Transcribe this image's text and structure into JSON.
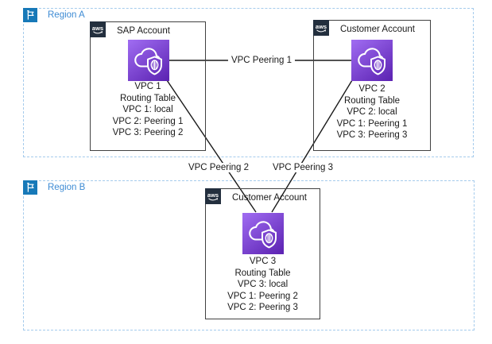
{
  "regions": [
    {
      "label": "Region A"
    },
    {
      "label": "Region B"
    }
  ],
  "accounts": [
    {
      "label": "SAP Account",
      "vpc_name": "VPC 1",
      "routing_title": "Routing Table",
      "routes": [
        "VPC 1: local",
        "VPC 2: Peering 1",
        "VPC 3: Peering 2"
      ]
    },
    {
      "label": "Customer Account",
      "vpc_name": "VPC 2",
      "routing_title": "Routing Table",
      "routes": [
        "VPC 2: local",
        "VPC 1: Peering 1",
        "VPC 3: Peering 3"
      ]
    },
    {
      "label": "Customer Account",
      "vpc_name": "VPC 3",
      "routing_title": "Routing Table",
      "routes": [
        "VPC 3: local",
        "VPC 1: Peering 2",
        "VPC 2: Peering 3"
      ]
    }
  ],
  "connections": [
    {
      "label": "VPC Peering 1",
      "from": "VPC 1",
      "to": "VPC 2"
    },
    {
      "label": "VPC Peering 2",
      "from": "VPC 1",
      "to": "VPC 3"
    },
    {
      "label": "VPC Peering 3",
      "from": "VPC 2",
      "to": "VPC 3"
    }
  ],
  "badges": {
    "aws_text": "aws"
  },
  "icons": {
    "region": "flag-icon",
    "account": "aws-logo-icon",
    "vpc": "vpc-cloud-shield-icon"
  },
  "colors": {
    "region_border": "#a5cbec",
    "region_flag_bg": "#1779b8",
    "region_label": "#3d8bd4",
    "account_border": "#414141",
    "aws_badge_bg": "#232f3e",
    "vpc_gradient_light": "#9d69ef",
    "vpc_gradient_dark": "#5e25b4",
    "line": "#1a1a1a"
  }
}
